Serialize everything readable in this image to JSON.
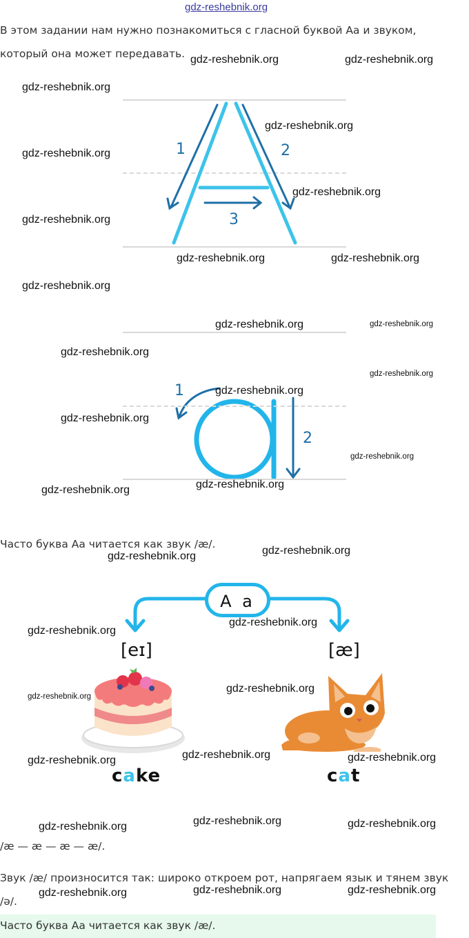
{
  "watermark": "gdz-reshebnik.org",
  "intro": {
    "line1": "В этом задании нам нужно познакомиться с гласной буквой Аа и звуком,",
    "line2": "который она может передавать."
  },
  "uppercase": {
    "stroke1": "1",
    "stroke2": "2",
    "stroke3": "3"
  },
  "lowercase": {
    "stroke1": "1",
    "stroke2": "2"
  },
  "sound_note": "Часто буква Аа читается как звук /æ/.",
  "diagram": {
    "letters": "A a",
    "left_ipa": "[eɪ]",
    "right_ipa": "[æ]",
    "left_word": {
      "before": "c",
      "highlight": "a",
      "after": "ke"
    },
    "right_word": {
      "before": "c",
      "highlight": "a",
      "after": "t"
    }
  },
  "practice": "/æ — æ — æ — æ/.",
  "pronunciation": {
    "line1": "Звук /æ/ произносится так: широко откроем рот, напрягаем язык и тянем звук",
    "line2": "/ə/."
  },
  "highlight_note": "Часто буква Аа читается как звук /æ/.",
  "colors": {
    "stroke_dark": "#1e6fa6",
    "stroke_light": "#22b5ea",
    "note_bg": "#e6f9ec"
  }
}
